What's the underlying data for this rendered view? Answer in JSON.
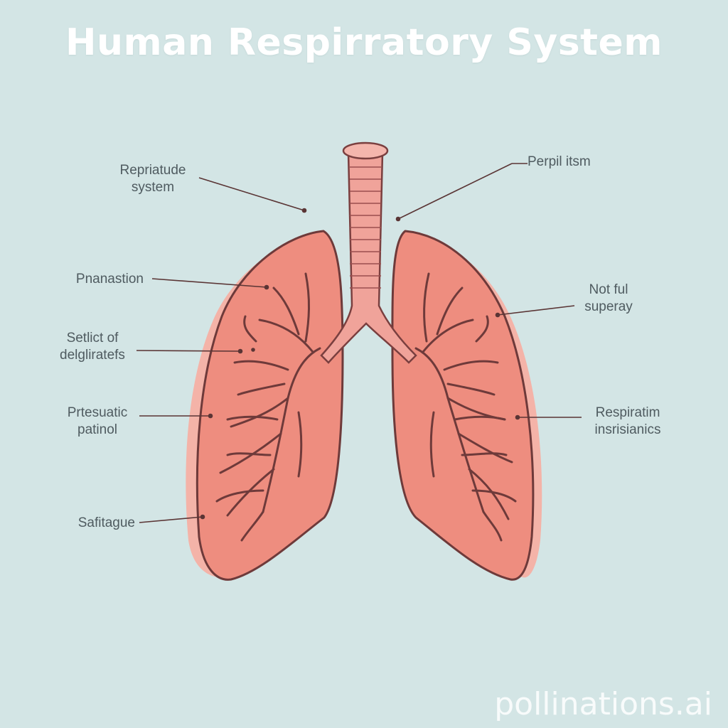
{
  "diagram": {
    "title": "Human Respirratory System",
    "labels": {
      "top_left": [
        "Repriatude",
        "system"
      ],
      "top_right": [
        "Perpil itsm"
      ],
      "left_1": [
        "Pnanastion"
      ],
      "left_2": [
        "Setlict of",
        "delgliratefs"
      ],
      "left_3": [
        "Prtesuatic",
        "patinol"
      ],
      "left_4": [
        "Safitague"
      ],
      "right_1": [
        "Not ful",
        "superay"
      ],
      "right_2": [
        "Respiratim",
        "insrisianics"
      ]
    },
    "watermark": "pollinations.ai"
  },
  "colors": {
    "background": "#d3e5e5",
    "lung_fill": "#ee8d7f",
    "lung_outline": "#7a3f3f",
    "trachea": "#f0a39a",
    "label_text": "#4f5b60"
  }
}
